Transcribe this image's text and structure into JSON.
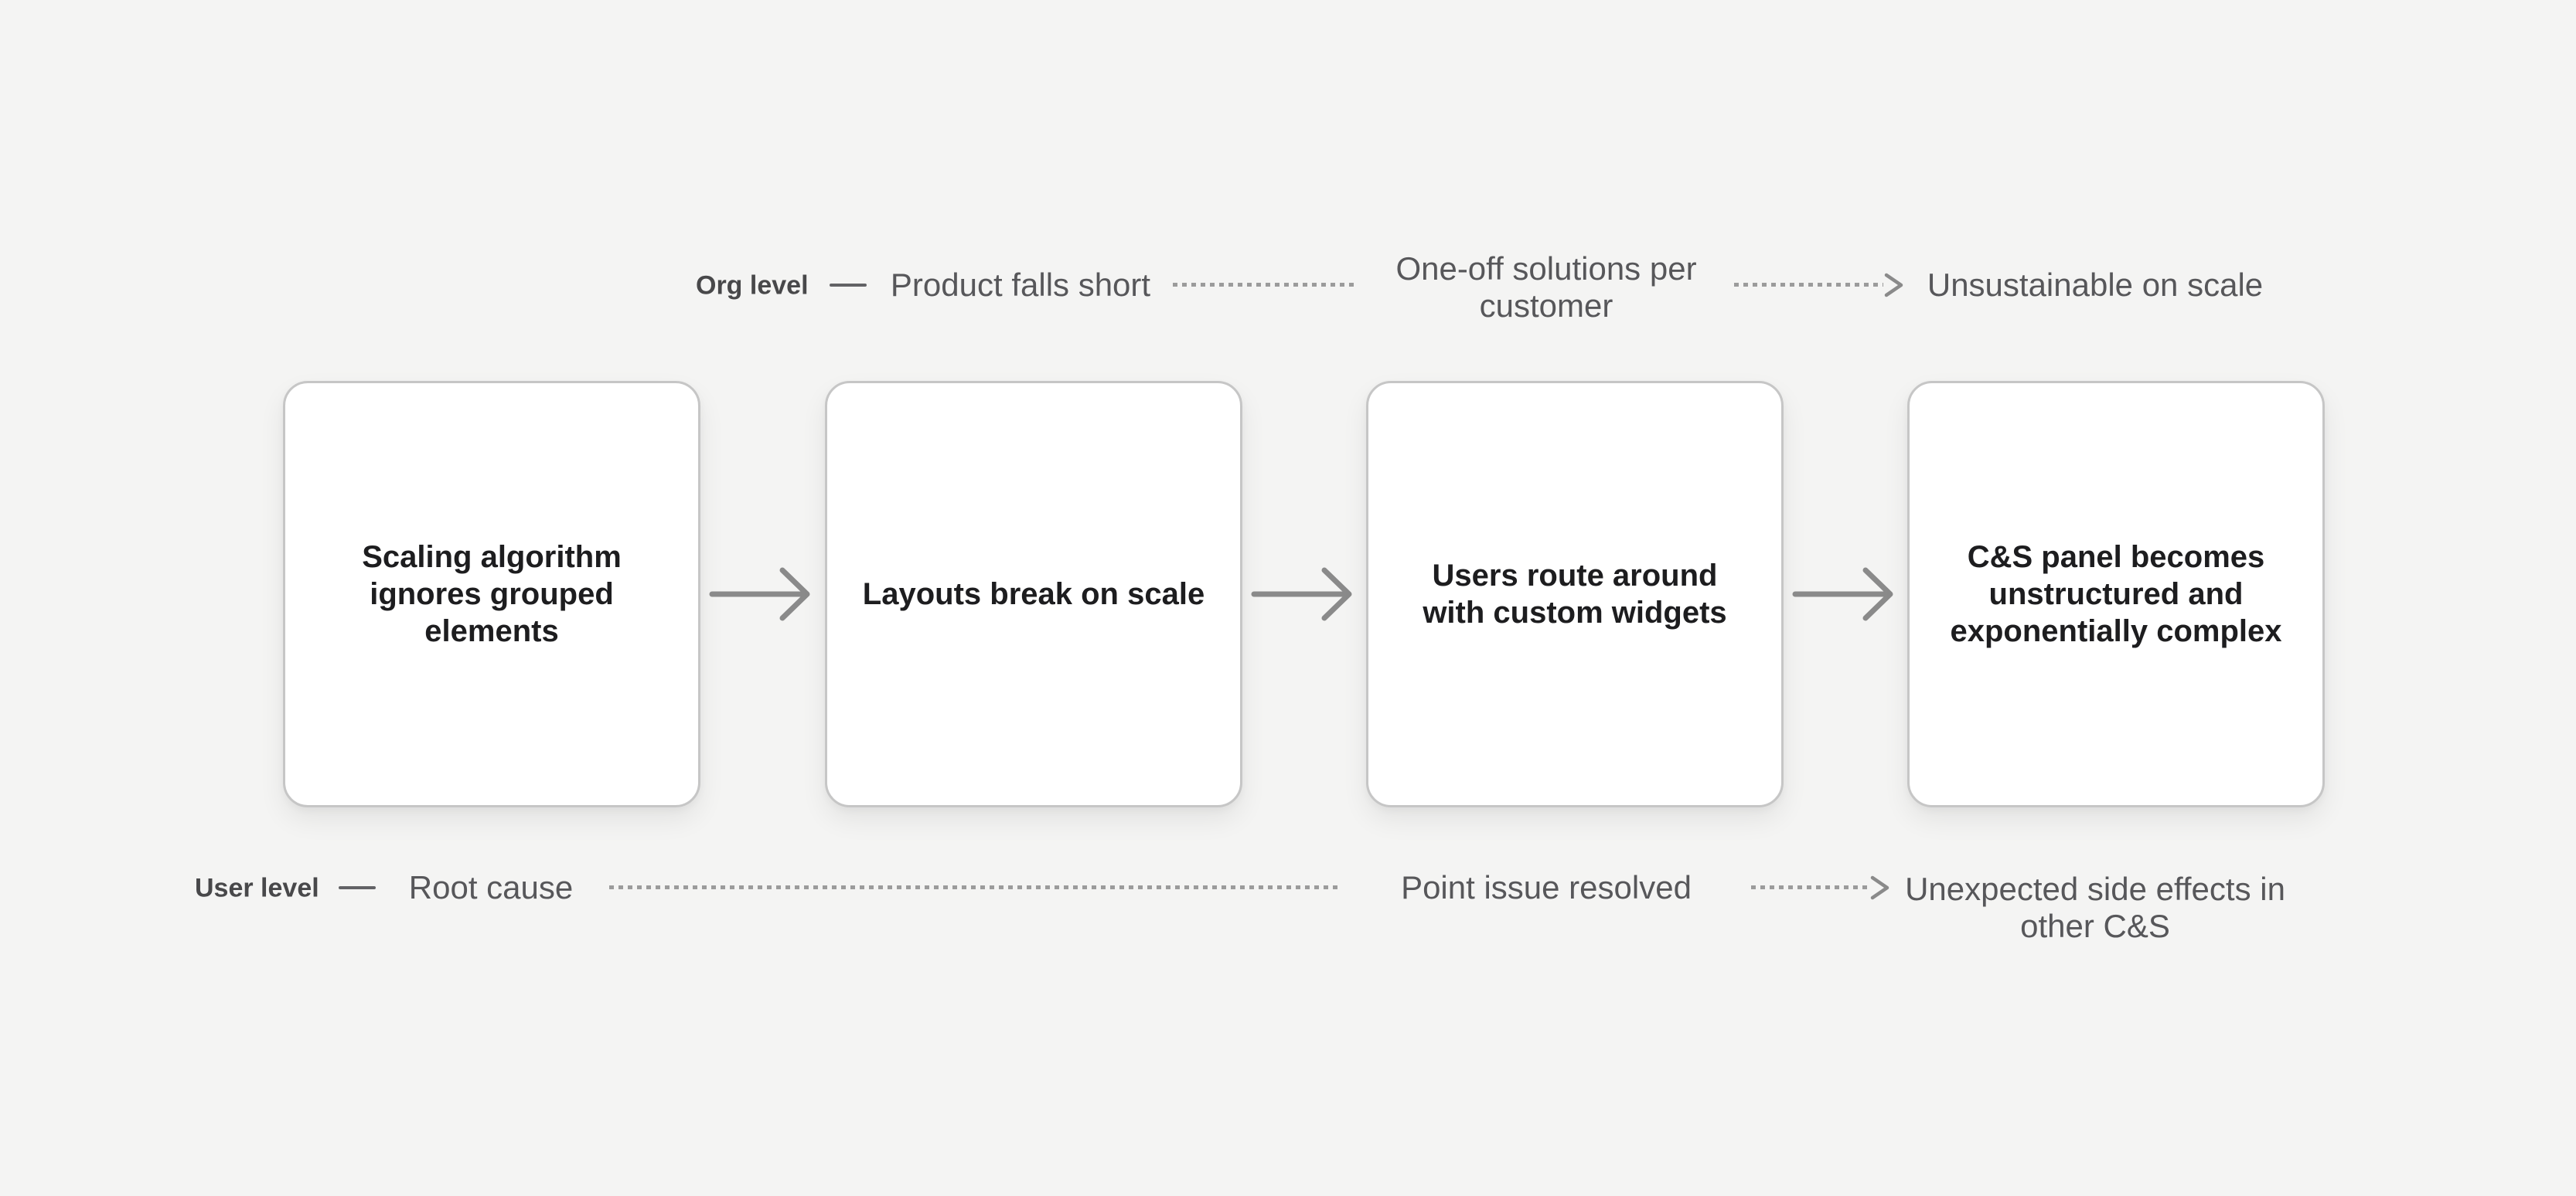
{
  "diagram": {
    "top_row": {
      "legend": "Org level",
      "item1": "Product falls short",
      "item2": "One-off solutions per customer",
      "item3": "Unsustainable on scale"
    },
    "boxes": [
      {
        "label": "Scaling algorithm ignores grouped elements"
      },
      {
        "label": "Layouts break on scale"
      },
      {
        "label": "Users route around with custom widgets"
      },
      {
        "label": "C&S panel becomes unstructured and exponentially complex"
      }
    ],
    "bottom_row": {
      "legend": "User level",
      "item1": "Root cause",
      "item2": "Point issue resolved",
      "item3": "Unexpected side effects in other C&S"
    },
    "colors": {
      "background": "#f4f4f3",
      "box_fill": "#ffffff",
      "box_border": "#c6c6c6",
      "box_text": "#1d1d1f",
      "row_label_text": "#57575a",
      "legend_text": "#48484a",
      "arrow": "#8a8a8a",
      "dotted_line": "#9b9b9b"
    }
  }
}
